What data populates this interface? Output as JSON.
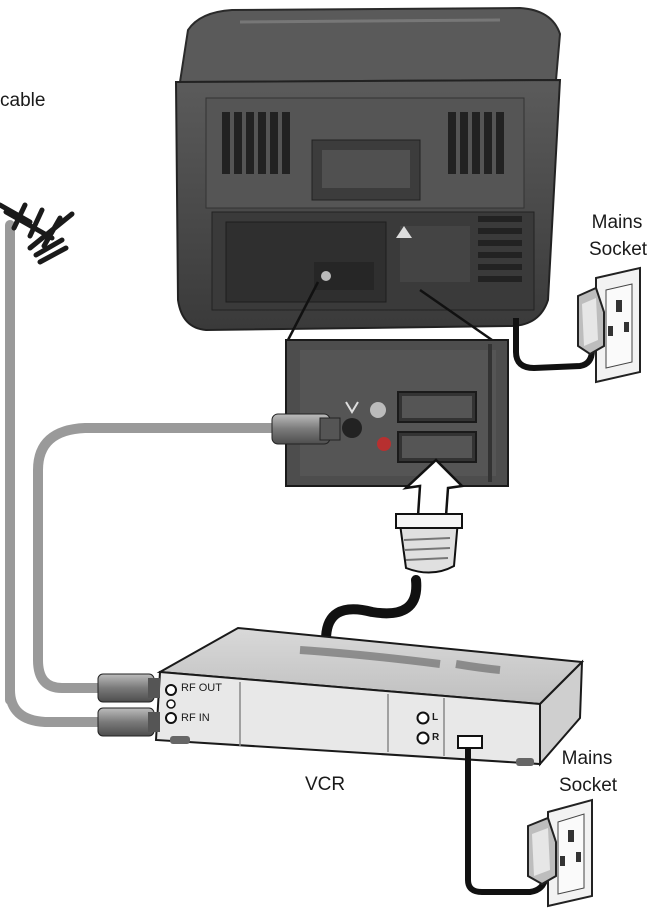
{
  "labels": {
    "cable": "cable",
    "mains_socket_top_line1": "Mains",
    "mains_socket_top_line2": "Socket",
    "vcr": "VCR",
    "mains_socket_bottom_line1": "Mains",
    "mains_socket_bottom_line2": "Socket",
    "rf_out": "RF OUT",
    "rf_in": "RF IN",
    "audio_left": "L",
    "audio_right": "R"
  },
  "colors": {
    "tv_body": "#4a4a4a",
    "tv_dark": "#2b2b2b",
    "cable_grey": "#9a9a9a",
    "cable_black": "#111111",
    "vcr_body": "#e4e4e4",
    "socket_plate": "#f2f2f2"
  }
}
